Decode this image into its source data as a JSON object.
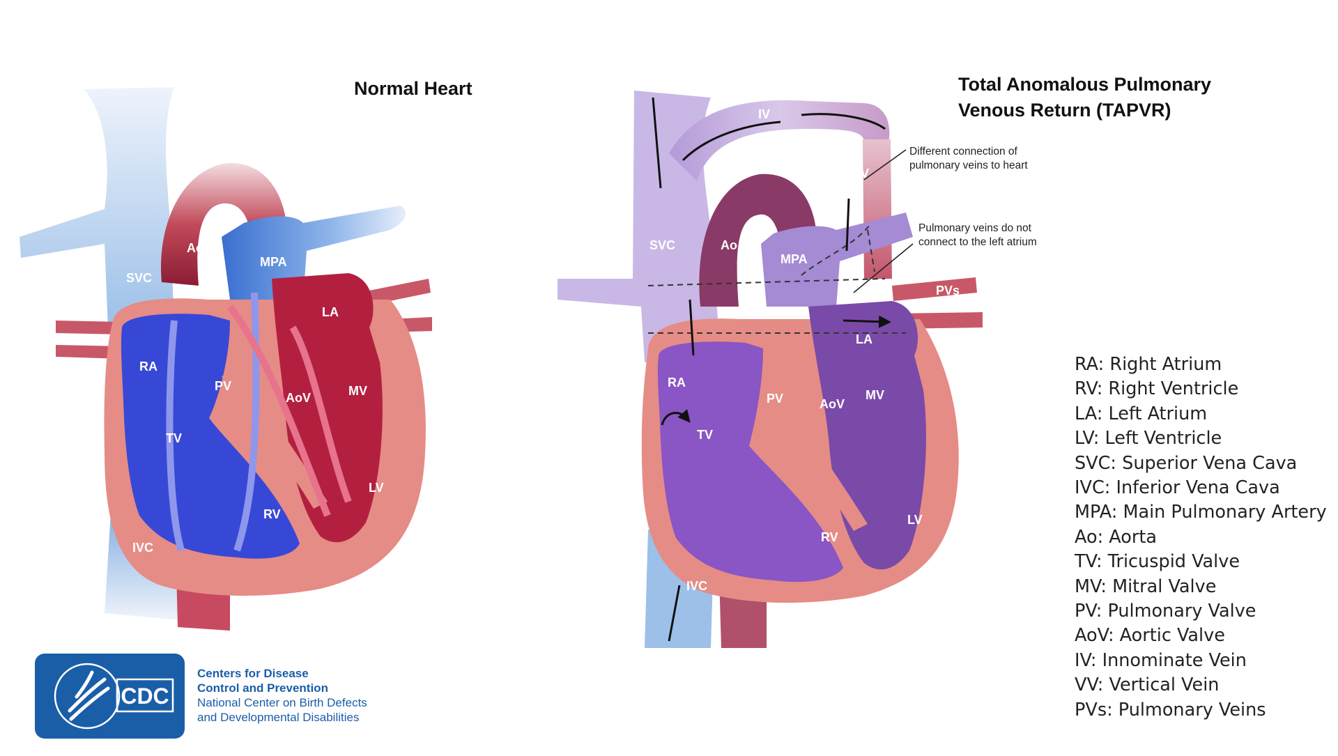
{
  "normal": {
    "title": "Normal Heart",
    "labels": {
      "svc": "SVC",
      "ao": "Ao",
      "mpa": "MPA",
      "la": "LA",
      "ra": "RA",
      "pv": "PV",
      "aov": "AoV",
      "mv": "MV",
      "tv": "TV",
      "lv": "LV",
      "rv": "RV",
      "ivc": "IVC"
    }
  },
  "tapvr": {
    "title_line1": "Total Anomalous Pulmonary",
    "title_line2": "Venous Return (TAPVR)",
    "labels": {
      "iv": "IV",
      "vv": "VV",
      "svc": "SVC",
      "ao": "Ao",
      "mpa": "MPA",
      "pvs": "PVs",
      "la": "LA",
      "ra": "RA",
      "pv": "PV",
      "aov": "AoV",
      "mv": "MV",
      "tv": "TV",
      "rv": "RV",
      "lv": "LV",
      "ivc": "IVC"
    },
    "annotation1_line1": "Different connection of",
    "annotation1_line2": "pulmonary veins to heart",
    "annotation2_line1": "Pulmonary veins do not",
    "annotation2_line2": "connect to the left atrium"
  },
  "legend": [
    "RA: Right Atrium",
    "RV: Right Ventricle",
    "LA: Left Atrium",
    "LV: Left Ventricle",
    "SVC: Superior Vena Cava",
    "IVC: Inferior Vena Cava",
    "MPA: Main Pulmonary Artery",
    "Ao: Aorta",
    "TV: Tricuspid Valve",
    "MV: Mitral Valve",
    "PV: Pulmonary Valve",
    "AoV: Aortic Valve",
    "IV: Innominate Vein",
    "VV: Vertical Vein",
    "PVs: Pulmonary Veins"
  ],
  "logo": {
    "badge": "CDC",
    "line1": "Centers for Disease",
    "line2": "Control and Prevention",
    "line3": "National Center on Birth Defects",
    "line4": "and Developmental Disabilities"
  },
  "colors": {
    "blue_blood": "#3848d6",
    "red_blood": "#b3203f",
    "mixed_blood": "#8a55c4",
    "heart_wall": "#e58c86",
    "cdc_blue": "#1a5ea8"
  }
}
